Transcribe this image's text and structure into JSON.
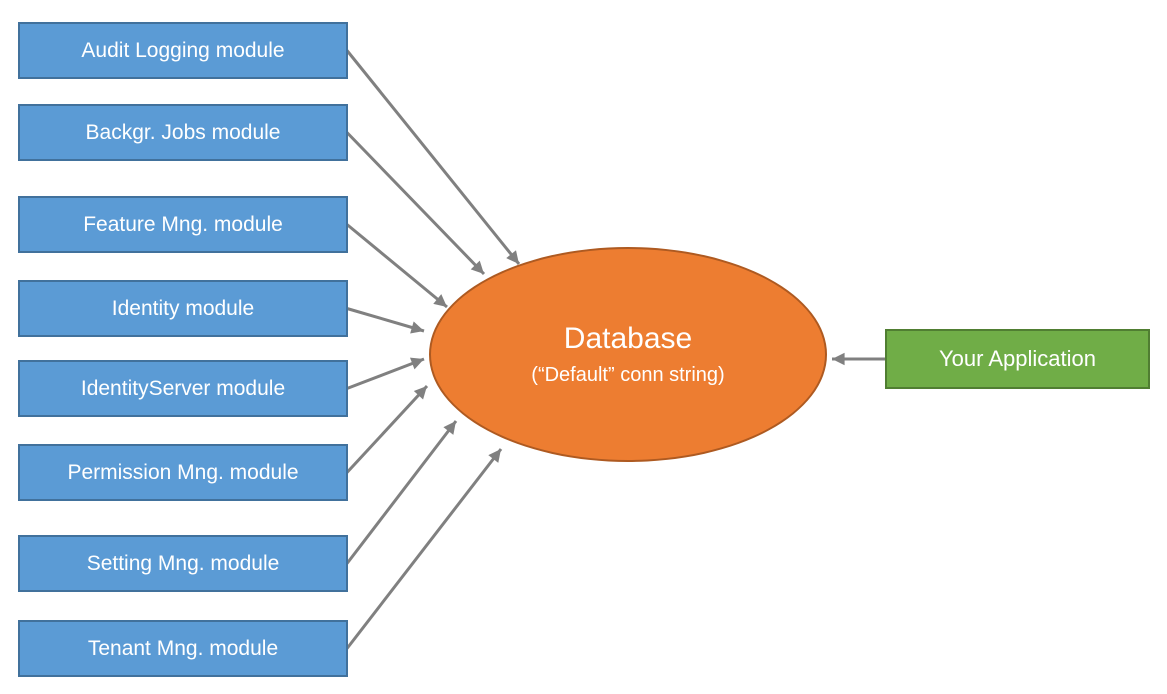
{
  "modules": [
    {
      "label": "Audit Logging module"
    },
    {
      "label": "Backgr. Jobs module"
    },
    {
      "label": "Feature Mng. module"
    },
    {
      "label": "Identity module"
    },
    {
      "label": "IdentityServer module"
    },
    {
      "label": "Permission Mng. module"
    },
    {
      "label": "Setting Mng. module"
    },
    {
      "label": "Tenant Mng. module"
    }
  ],
  "database": {
    "title": "Database",
    "subtitle": "(“Default” conn string)"
  },
  "application": {
    "label": "Your Application"
  },
  "colors": {
    "module_fill": "#5B9BD5",
    "module_border": "#41719C",
    "database_fill": "#ED7D31",
    "database_border": "#AE5A21",
    "application_fill": "#70AD47",
    "application_border": "#507E32",
    "arrow": "#808080",
    "shape_text": "#FFFFFF"
  }
}
